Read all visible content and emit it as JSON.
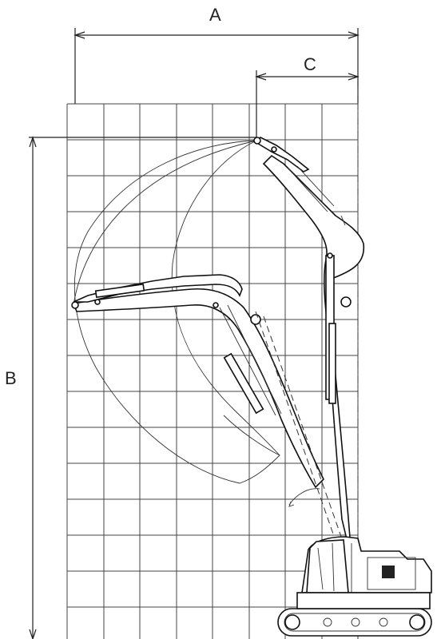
{
  "dimensions": {
    "a_label": "A",
    "b_label": "B",
    "c_label": "C"
  },
  "colors": {
    "line": "#222222",
    "background": "#ffffff"
  }
}
